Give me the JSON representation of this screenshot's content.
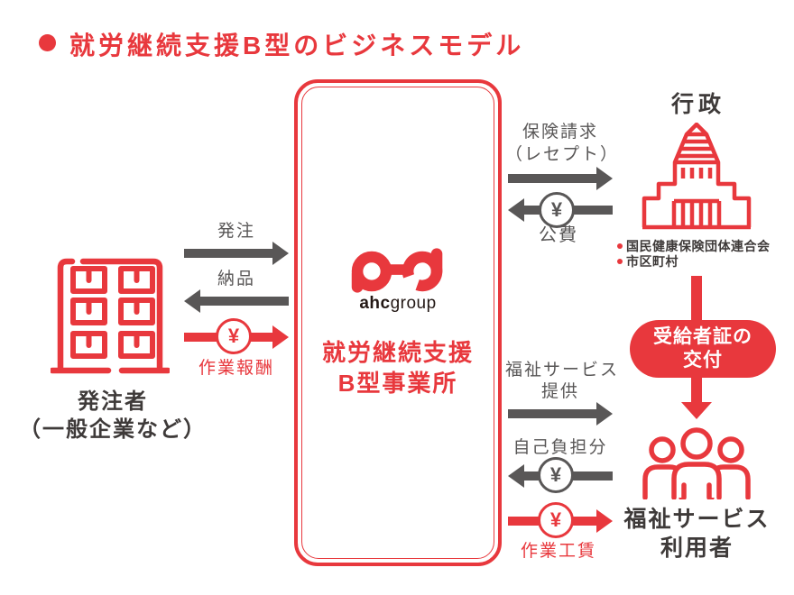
{
  "title": {
    "text": "就労継続支援B型のビジネスモデル"
  },
  "colors": {
    "red": "#e8383d",
    "gray": "#595757",
    "dark_text": "#3e3a39"
  },
  "yen": "¥",
  "provider": {
    "logo_bold": "ahc",
    "logo_light": "group",
    "name_line1": "就労継続支援",
    "name_line2": "B型事業所"
  },
  "orderer": {
    "name_line1": "発注者",
    "name_line2": "（一般企業など）",
    "order_label": "発注",
    "delivery_label": "納品",
    "reward_label": "作業報酬"
  },
  "government": {
    "name": "行政",
    "bullets": [
      "国民健康保険団体連合会",
      "市区町村"
    ],
    "claim_line1": "保険請求",
    "claim_line2": "（レセプト）",
    "public_fund_label": "公費",
    "grant_line1": "受給者証の",
    "grant_line2": "交付"
  },
  "users": {
    "name_line1": "福祉サービス",
    "name_line2": "利用者",
    "service_line1": "福祉サービス",
    "service_line2": "提供",
    "copay_label": "自己負担分",
    "wage_label": "作業工賃"
  }
}
